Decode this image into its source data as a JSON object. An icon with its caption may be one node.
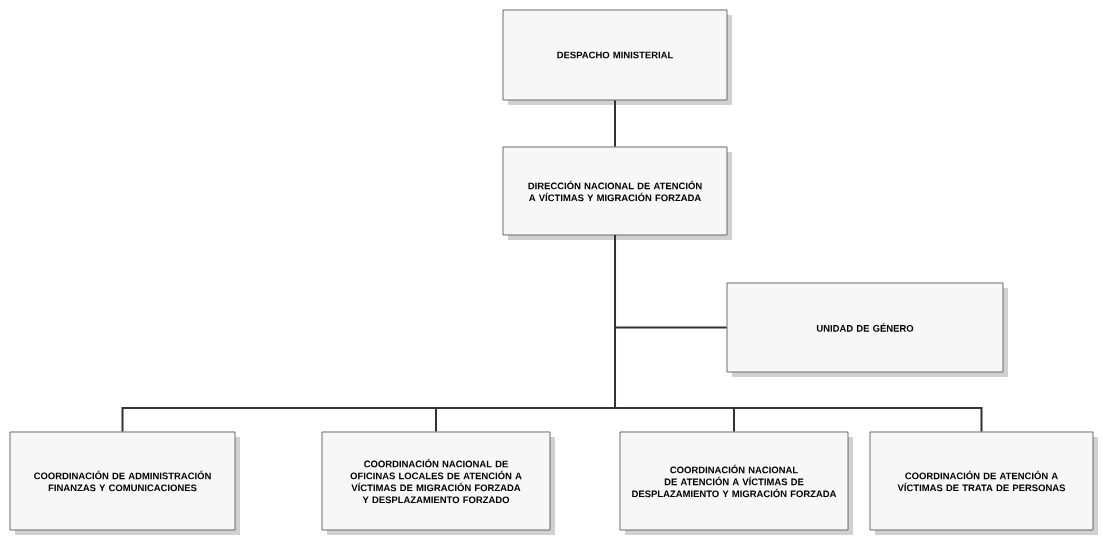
{
  "diagram": {
    "nodes": [
      {
        "text": [
          "DESPACHO MINISTERIAL"
        ]
      },
      {
        "text": [
          "DIRECCIÓN NACIONAL DE ATENCIÓN A VÍCTIMAS Y MIGRACIÓN FORZADA"
        ]
      },
      {
        "text": [
          "UNIDAD DE GÉNERO"
        ]
      },
      {
        "text": [
          "COORDINACIÓN DE ADMINISTRACIÓN FINANZAS Y COMUNICACIONES"
        ]
      },
      {
        "text": [
          "COORDINACIÓN NACIONAL DE OFICINAS LOCALES DE ATENCIÓN A VÍCTIMAS DE MIGRACIÓN FORZADA Y DESPLAZAMIENTO FORZADO"
        ]
      },
      {
        "text": [
          "COORDINACIÓN NACIONAL DE ATENCIÓN A VÍCTIMAS DE DESPLAZAMIENTO Y MIGRACIÓN FORZADA"
        ]
      },
      {
        "text": [
          "COORDINACIÓN DE ATENCIÓN A VÍCTIMAS DE TRATA DE PERSONAS"
        ]
      }
    ],
    "edges": [
      {
        "from": 0,
        "to": 1,
        "arrow": "none"
      },
      {
        "from": 1,
        "to": 2,
        "arrow": "none"
      },
      {
        "from": 1,
        "to": 3,
        "arrow": "none"
      },
      {
        "from": 1,
        "to": 4,
        "arrow": "none"
      },
      {
        "from": 1,
        "to": 5,
        "arrow": "none"
      },
      {
        "from": 1,
        "to": 6,
        "arrow": "none"
      }
    ]
  }
}
